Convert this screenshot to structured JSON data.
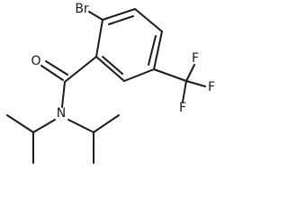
{
  "molecule": {
    "atoms": {
      "bromine": "Br",
      "oxygen": "O",
      "nitrogen": "N",
      "fluorine_1": "F",
      "fluorine_2": "F",
      "fluorine_3": "F"
    }
  }
}
